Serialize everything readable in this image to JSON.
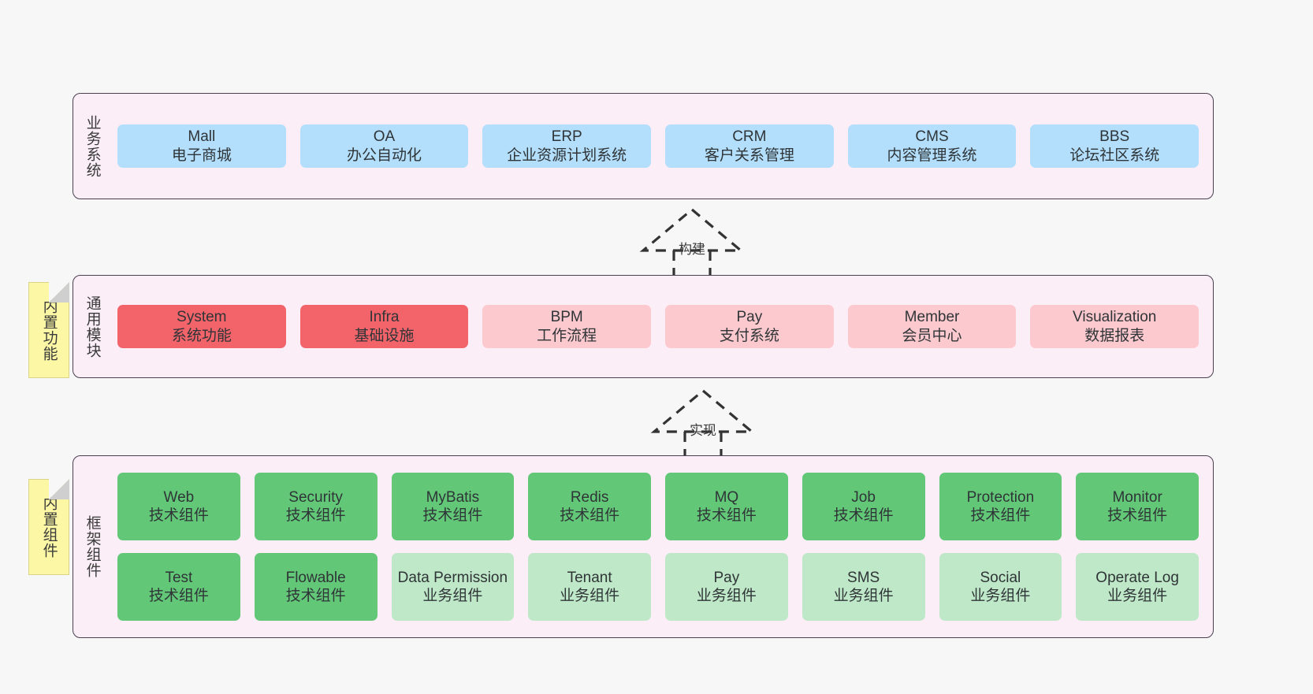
{
  "diagram": {
    "background": "#f7f7f7",
    "layer_fill": "#fbeef6",
    "layer_border": "#4a4050",
    "note_fill": "#fbf7a5"
  },
  "layers": [
    {
      "id": "business-system",
      "title": "业务系统",
      "note": null,
      "rows": [
        {
          "cards": [
            {
              "name": "Mall",
              "sub": "电子商城",
              "color": "#b3dffc",
              "style": "c-blue"
            },
            {
              "name": "OA",
              "sub": "办公自动化",
              "color": "#b3dffc",
              "style": "c-blue"
            },
            {
              "name": "ERP",
              "sub": "企业资源计划系统",
              "color": "#b3dffc",
              "style": "c-blue"
            },
            {
              "name": "CRM",
              "sub": "客户关系管理",
              "color": "#b3dffc",
              "style": "c-blue"
            },
            {
              "name": "CMS",
              "sub": "内容管理系统",
              "color": "#b3dffc",
              "style": "c-blue"
            },
            {
              "name": "BBS",
              "sub": "论坛社区系统",
              "color": "#b3dffc",
              "style": "c-blue"
            }
          ]
        }
      ]
    },
    {
      "id": "common-module",
      "title": "通用模块",
      "note": "内置功能",
      "rows": [
        {
          "cards": [
            {
              "name": "System",
              "sub": "系统功能",
              "color": "#f2636a",
              "style": "c-red"
            },
            {
              "name": "Infra",
              "sub": "基础设施",
              "color": "#f2636a",
              "style": "c-red"
            },
            {
              "name": "BPM",
              "sub": "工作流程",
              "color": "#fcc9ce",
              "style": "c-pink"
            },
            {
              "name": "Pay",
              "sub": "支付系统",
              "color": "#fcc9ce",
              "style": "c-pink"
            },
            {
              "name": "Member",
              "sub": "会员中心",
              "color": "#fcc9ce",
              "style": "c-pink"
            },
            {
              "name": "Visualization",
              "sub": "数据报表",
              "color": "#fcc9ce",
              "style": "c-pink"
            }
          ]
        }
      ]
    },
    {
      "id": "framework-component",
      "title": "框架组件",
      "note": "内置组件",
      "rows": [
        {
          "cards": [
            {
              "name": "Web",
              "sub": "技术组件",
              "color": "#62c878",
              "style": "c-green"
            },
            {
              "name": "Security",
              "sub": "技术组件",
              "color": "#62c878",
              "style": "c-green"
            },
            {
              "name": "MyBatis",
              "sub": "技术组件",
              "color": "#62c878",
              "style": "c-green"
            },
            {
              "name": "Redis",
              "sub": "技术组件",
              "color": "#62c878",
              "style": "c-green"
            },
            {
              "name": "MQ",
              "sub": "技术组件",
              "color": "#62c878",
              "style": "c-green"
            },
            {
              "name": "Job",
              "sub": "技术组件",
              "color": "#62c878",
              "style": "c-green"
            },
            {
              "name": "Protection",
              "sub": "技术组件",
              "color": "#62c878",
              "style": "c-green"
            },
            {
              "name": "Monitor",
              "sub": "技术组件",
              "color": "#62c878",
              "style": "c-green"
            }
          ]
        },
        {
          "cards": [
            {
              "name": "Test",
              "sub": "技术组件",
              "color": "#62c878",
              "style": "c-green"
            },
            {
              "name": "Flowable",
              "sub": "技术组件",
              "color": "#62c878",
              "style": "c-green"
            },
            {
              "name": "Data Permission",
              "sub": "业务组件",
              "color": "#bfe8c8",
              "style": "c-lightgreen"
            },
            {
              "name": "Tenant",
              "sub": "业务组件",
              "color": "#bfe8c8",
              "style": "c-lightgreen"
            },
            {
              "name": "Pay",
              "sub": "业务组件",
              "color": "#bfe8c8",
              "style": "c-lightgreen"
            },
            {
              "name": "SMS",
              "sub": "业务组件",
              "color": "#bfe8c8",
              "style": "c-lightgreen"
            },
            {
              "name": "Social",
              "sub": "业务组件",
              "color": "#bfe8c8",
              "style": "c-lightgreen"
            },
            {
              "name": "Operate Log",
              "sub": "业务组件",
              "color": "#bfe8c8",
              "style": "c-lightgreen"
            }
          ]
        }
      ]
    }
  ],
  "connectors": [
    {
      "id": "build",
      "label": "构建",
      "from": "common-module",
      "to": "business-system"
    },
    {
      "id": "implement",
      "label": "实现",
      "from": "framework-component",
      "to": "common-module"
    }
  ]
}
